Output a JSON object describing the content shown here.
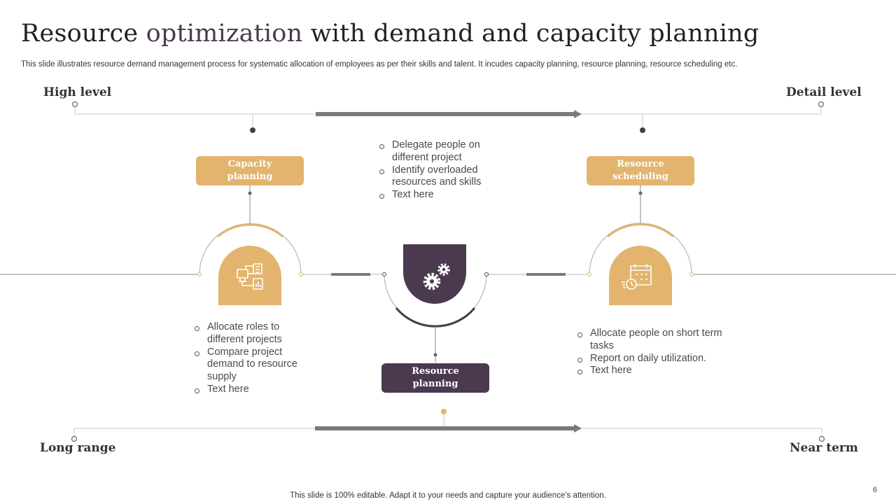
{
  "header": {
    "title_part1": "Resource ",
    "title_part2": "optimization",
    "title_part3": " with demand and capacity planning",
    "subtitle": "This slide illustrates resource demand management process for systematic allocation of employees as per their skills and talent. It incudes capacity planning, resource planning, resource scheduling etc."
  },
  "levels": {
    "high": "High level",
    "detail": "Detail level",
    "long": "Long range",
    "near": "Near term"
  },
  "stages": {
    "capacity": {
      "label_line1": "Capacity",
      "label_line2": "planning",
      "icon": "project-allocation-icon",
      "bullets": [
        "Allocate roles to different projects",
        "Compare project demand to resource supply",
        "Text here"
      ]
    },
    "planning": {
      "label_line1": "Resource",
      "label_line2": "planning",
      "icon": "gears-icon",
      "bullets": [
        "Delegate people on different project",
        "Identify overloaded resources and skills",
        "Text here"
      ]
    },
    "scheduling": {
      "label_line1": "Resource",
      "label_line2": "scheduling",
      "icon": "calendar-clock-icon",
      "bullets": [
        "Allocate people on short term tasks",
        "Report on daily utilization.",
        "Text here"
      ]
    }
  },
  "footer": {
    "note": "This slide is 100% editable. Adapt it to your needs and capture your audience's attention.",
    "page": "6"
  },
  "colors": {
    "gold": "#e2b46d",
    "purple": "#4b3a4f",
    "line": "#c8c8c8",
    "arrow": "#7a7a7a"
  }
}
